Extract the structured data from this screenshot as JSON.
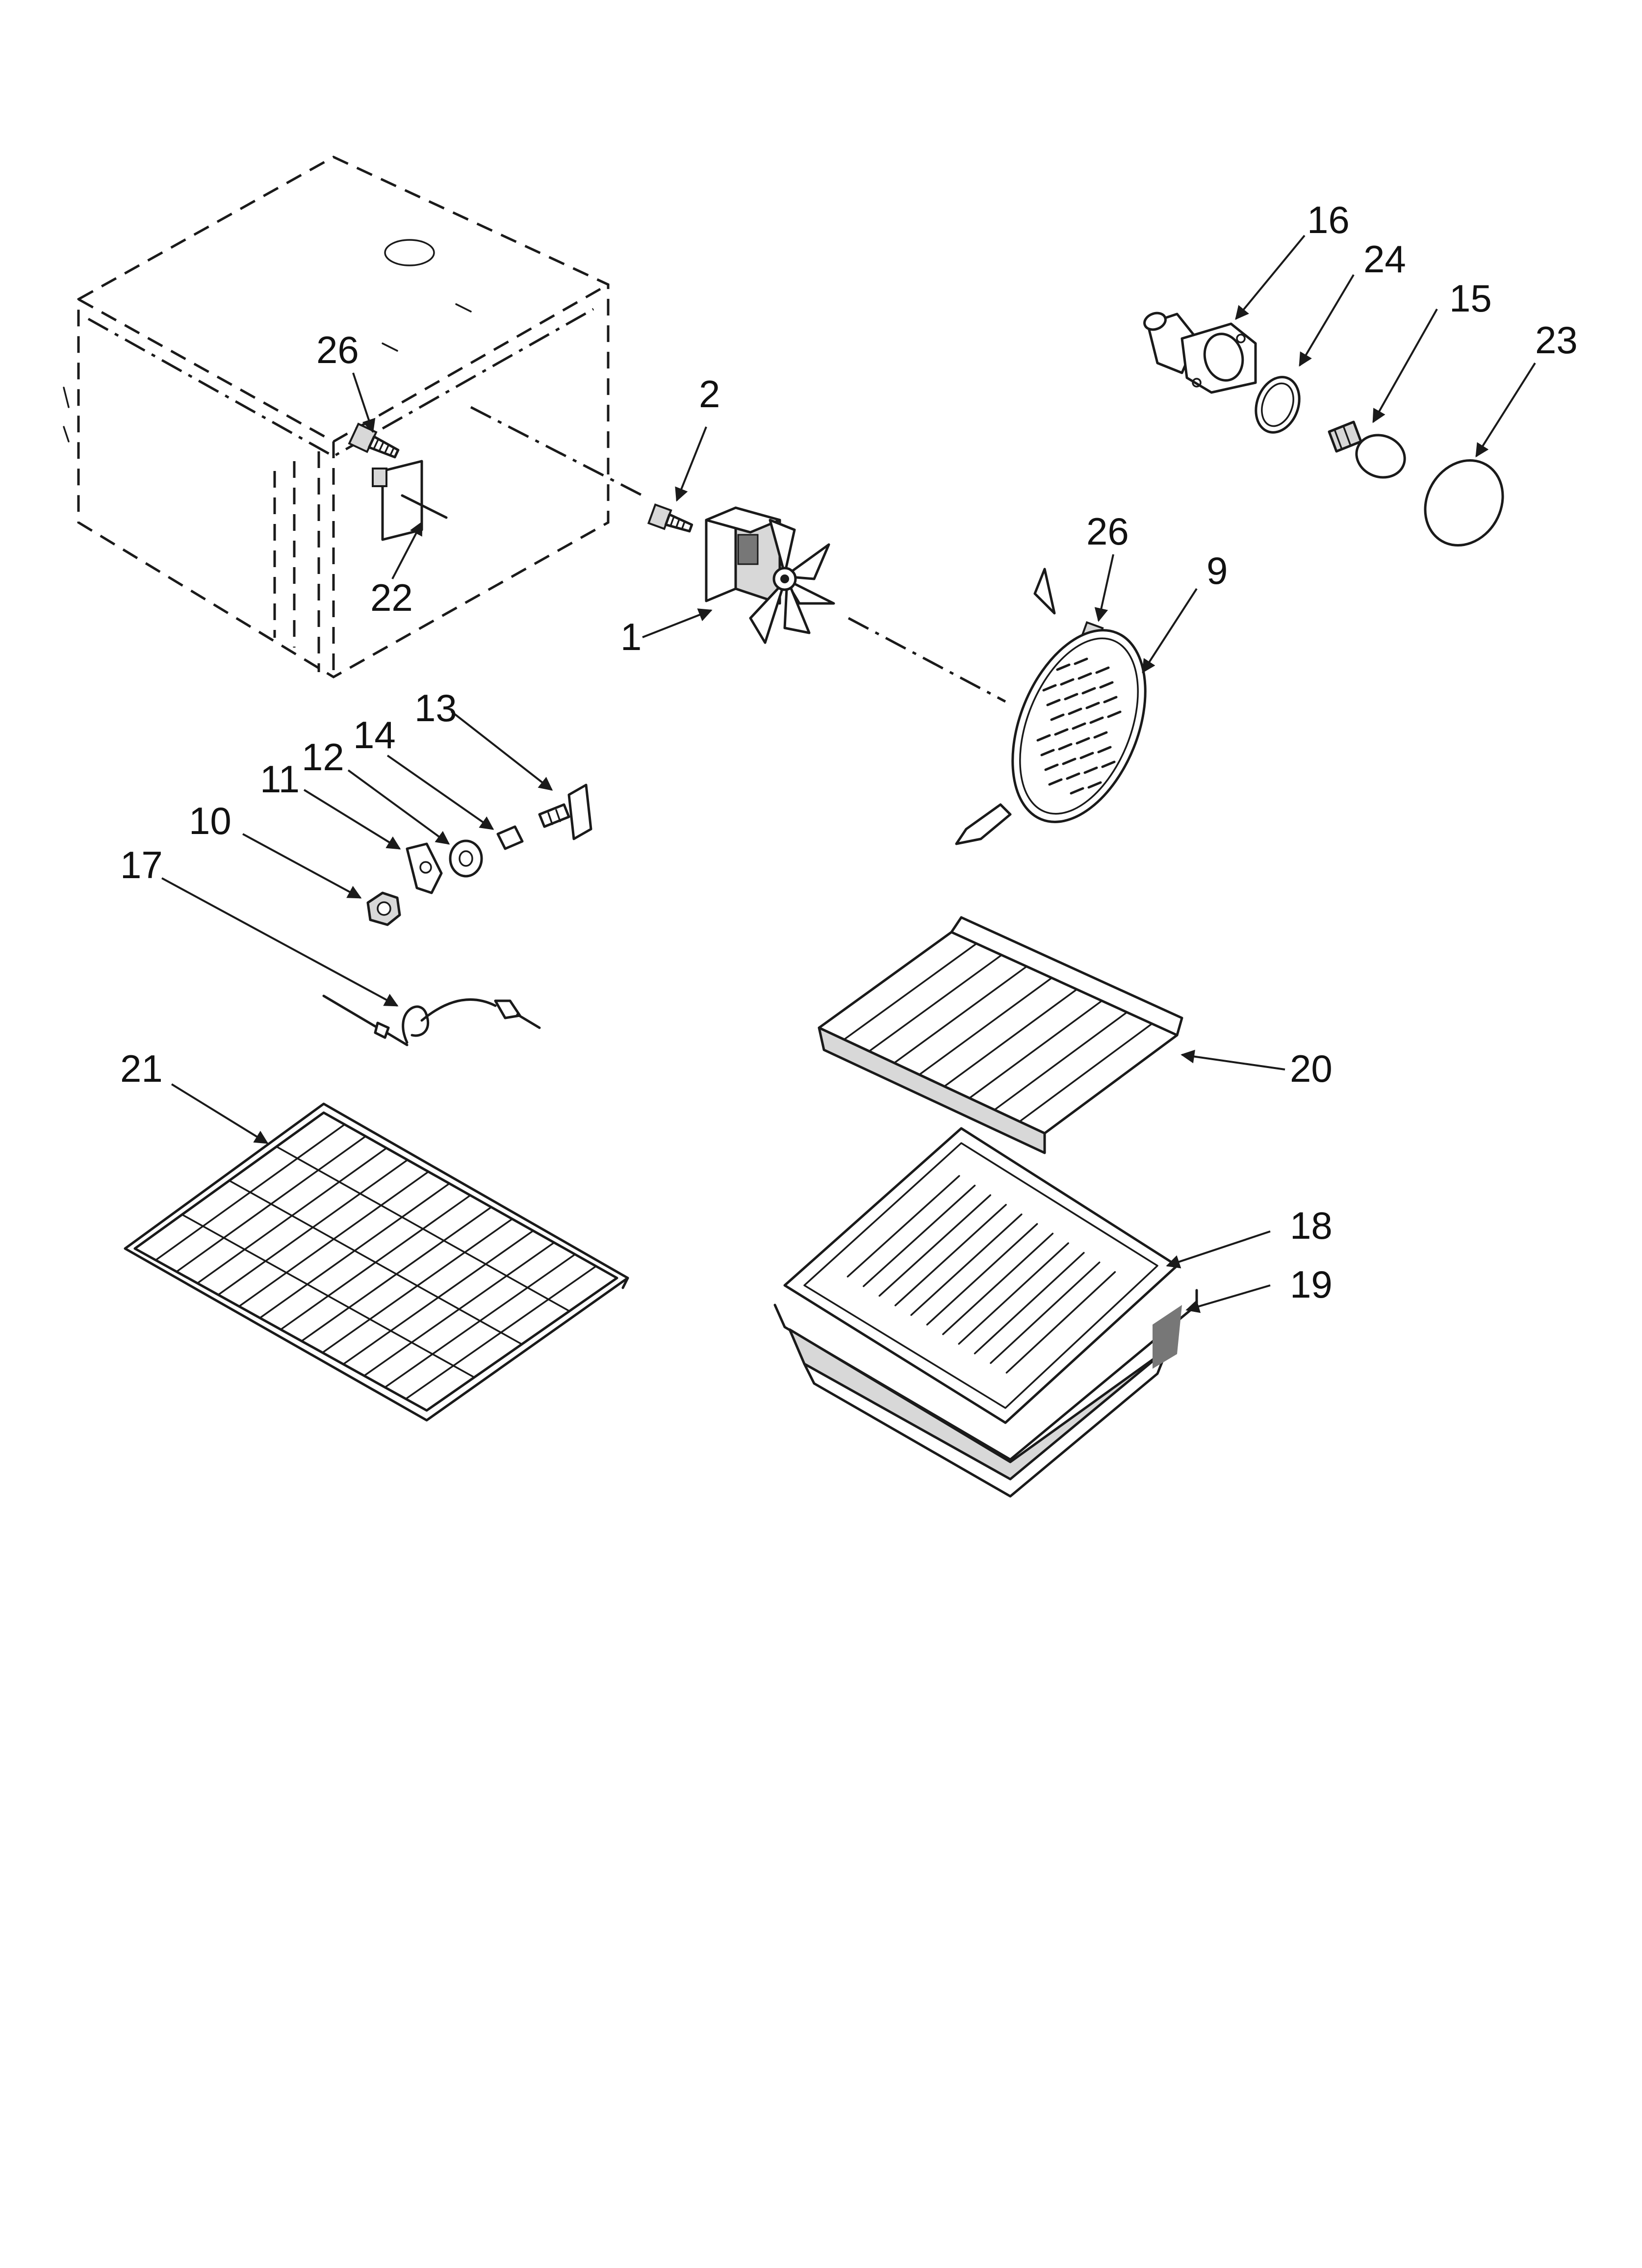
{
  "callouts": {
    "c1": "1",
    "c2": "2",
    "c9": "9",
    "c10": "10",
    "c11": "11",
    "c12": "12",
    "c13": "13",
    "c14": "14",
    "c15": "15",
    "c16": "16",
    "c17": "17",
    "c18": "18",
    "c19": "19",
    "c20": "20",
    "c21": "21",
    "c22": "22",
    "c23": "23",
    "c24": "24",
    "c26a": "26",
    "c26b": "26"
  },
  "colors": {
    "ink": "#1a1a1a",
    "background": "#ffffff"
  }
}
